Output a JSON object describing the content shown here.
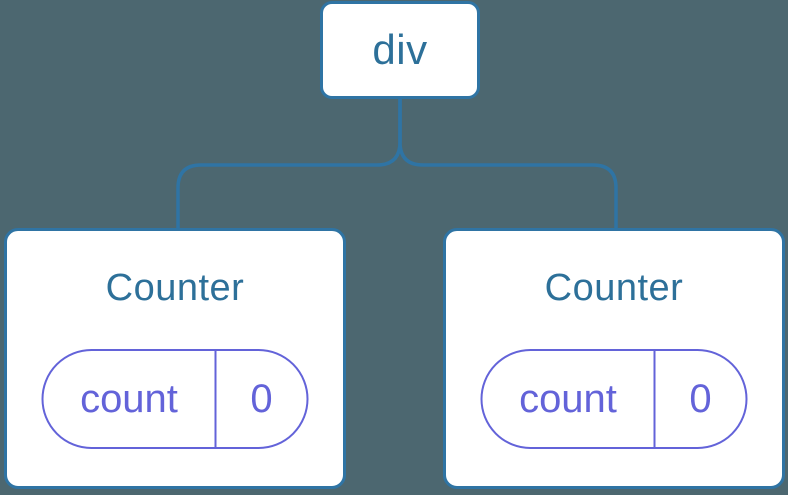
{
  "colors": {
    "background": "#4C6770",
    "node-line": "#2F74A4",
    "node-text": "#2D7099",
    "state-accent": "#6363D9",
    "card-bg": "#FFFFFF"
  },
  "tree": {
    "root": {
      "label": "div"
    },
    "children": [
      {
        "title": "Counter",
        "state": [
          {
            "key": "count",
            "value": "0"
          }
        ]
      },
      {
        "title": "Counter",
        "state": [
          {
            "key": "count",
            "value": "0"
          }
        ]
      }
    ]
  }
}
